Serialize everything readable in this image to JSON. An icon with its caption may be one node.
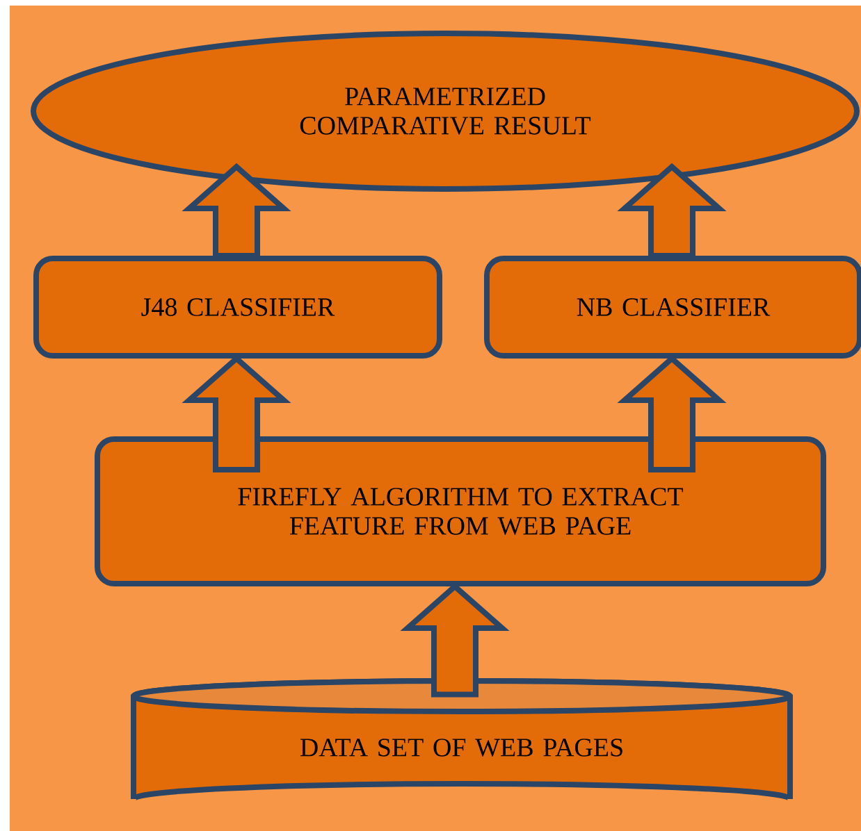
{
  "diagram": {
    "nodes": [
      {
        "text": [
          "PARAMETRIZED COMPARATIVE RESULT"
        ]
      },
      {
        "text": [
          "J48 CLASSIFIER"
        ]
      },
      {
        "text": [
          "NB CLASSIFIER"
        ]
      },
      {
        "text": [
          "FIREFLY ALGORITHM TO EXTRACT FEATURE FROM WEB PAGE"
        ]
      },
      {
        "text": [
          "DATA SET OF WEB PAGES"
        ]
      }
    ],
    "edges": [
      {
        "from": 1,
        "to": 0,
        "arrow": "to"
      },
      {
        "from": 2,
        "to": 0,
        "arrow": "to"
      },
      {
        "from": 3,
        "to": 1,
        "arrow": "to"
      },
      {
        "from": 3,
        "to": 2,
        "arrow": "to"
      },
      {
        "from": 4,
        "to": 3,
        "arrow": "to"
      }
    ]
  }
}
